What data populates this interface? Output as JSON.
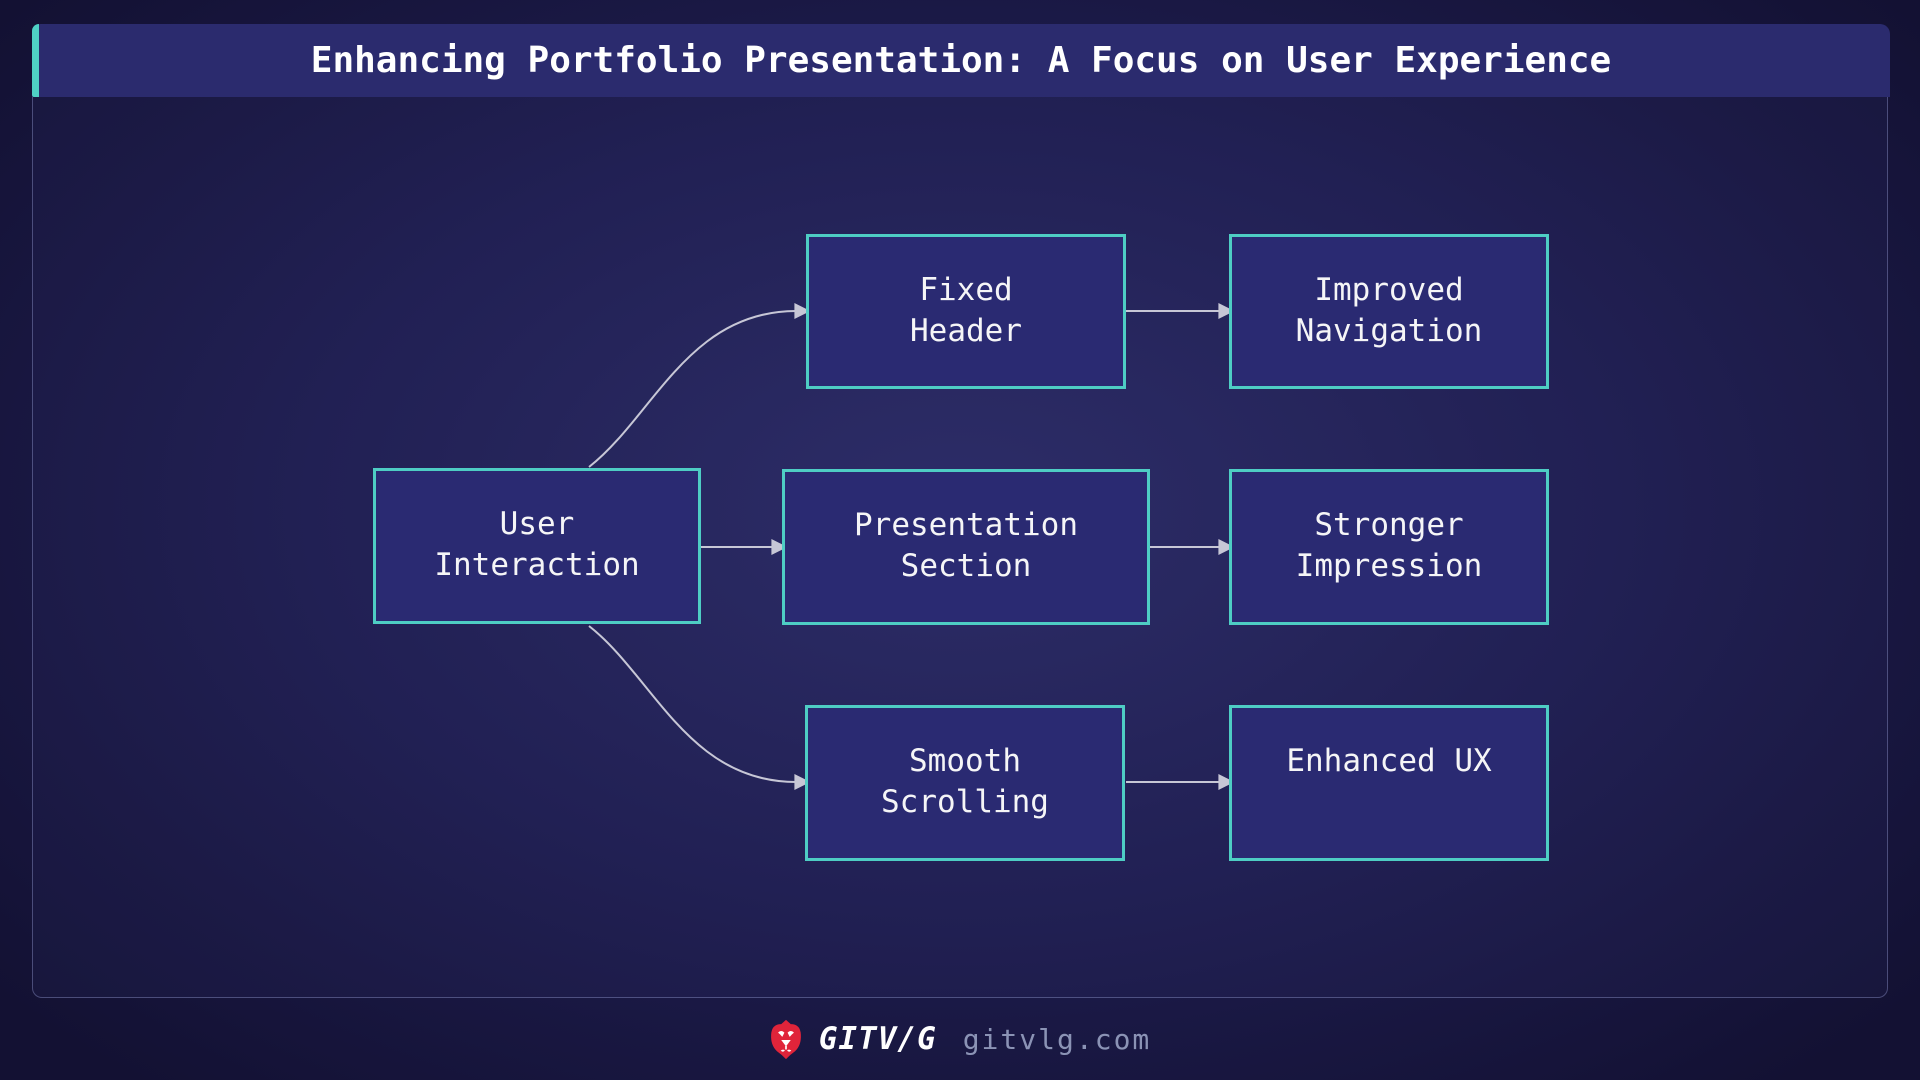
{
  "header": {
    "title": "Enhancing Portfolio Presentation: A Focus on User Experience"
  },
  "diagram": {
    "type": "flowchart",
    "nodes": [
      {
        "id": "user-interaction",
        "label": "User\nInteraction"
      },
      {
        "id": "fixed-header",
        "label": "Fixed\nHeader"
      },
      {
        "id": "improved-navigation",
        "label": "Improved\nNavigation"
      },
      {
        "id": "presentation-section",
        "label": "Presentation\nSection"
      },
      {
        "id": "stronger-impression",
        "label": "Stronger\nImpression"
      },
      {
        "id": "smooth-scrolling",
        "label": "Smooth\nScrolling"
      },
      {
        "id": "enhanced-ux",
        "label": "Enhanced UX"
      }
    ],
    "edges": [
      {
        "from": "user-interaction",
        "to": "fixed-header"
      },
      {
        "from": "user-interaction",
        "to": "presentation-section"
      },
      {
        "from": "user-interaction",
        "to": "smooth-scrolling"
      },
      {
        "from": "fixed-header",
        "to": "improved-navigation"
      },
      {
        "from": "presentation-section",
        "to": "stronger-impression"
      },
      {
        "from": "smooth-scrolling",
        "to": "enhanced-ux"
      }
    ]
  },
  "footer": {
    "brand": "GITV/G",
    "domain": "gitvlg.com",
    "logo_icon": "lion-icon"
  },
  "colors": {
    "page_background": "#131133",
    "page_background_center": "#292962",
    "titlebar_fill": "#2b2b6e",
    "accent_teal": "#4fd1c5",
    "node_fill": "#2a2a72",
    "node_border": "#4ecdc4",
    "node_text": "#f5f5f7",
    "arrow": "#c7c7d6",
    "brand_red": "#e0243a",
    "domain_text": "#8b93b5"
  }
}
